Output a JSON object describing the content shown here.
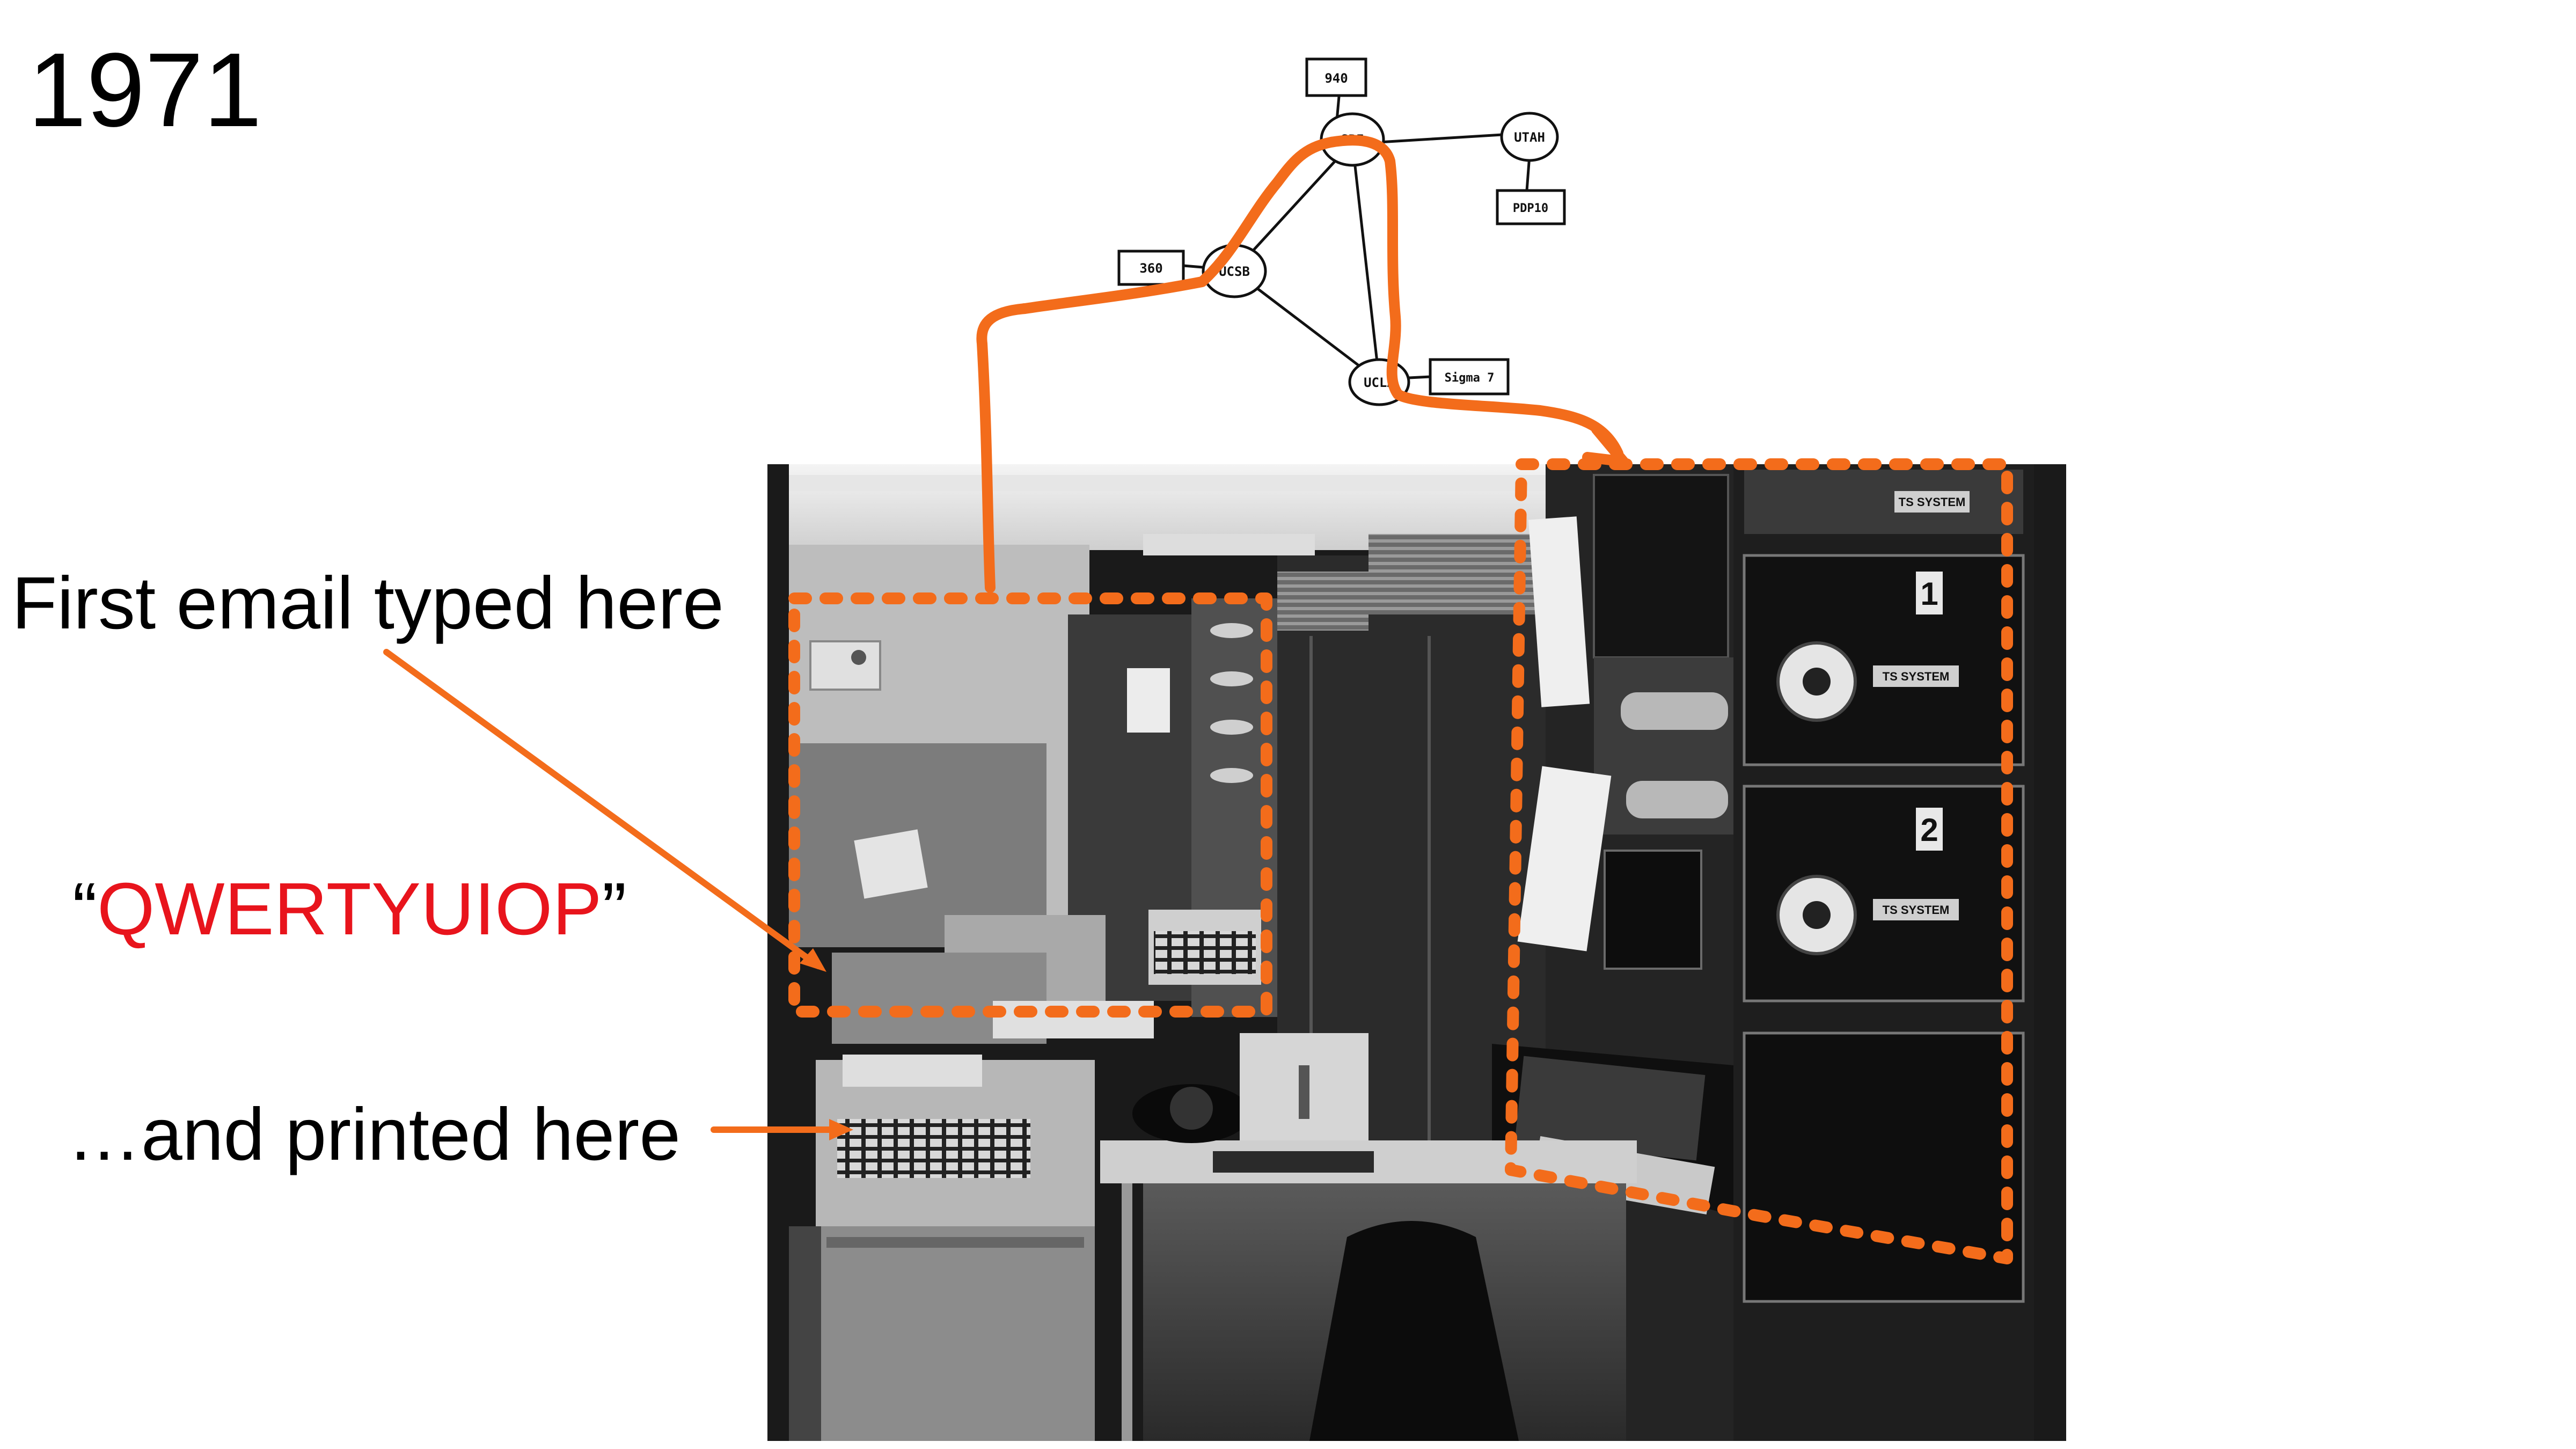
{
  "slide": {
    "year": "1971",
    "caption_email": "First email typed here",
    "caption_qwerty_open": "“",
    "caption_qwerty": "QWERTYUIOP",
    "caption_qwerty_close": "”",
    "caption_printed": "…and printed here"
  },
  "network": {
    "nodes": [
      {
        "id": "ucla",
        "label": "UCLA"
      },
      {
        "id": "ucsb",
        "label": "UCSB"
      },
      {
        "id": "sri",
        "label": "SRI"
      },
      {
        "id": "utah",
        "label": "UTAH"
      }
    ],
    "hosts": [
      "940",
      "360",
      "Sigma 7",
      "PDP10"
    ]
  },
  "photo": {
    "panel_labels": [
      "TS SYSTEM",
      "TS SYSTEM",
      "TS SYSTEM"
    ],
    "drive_numbers": [
      "1",
      "2"
    ]
  },
  "colors": {
    "accent_orange": "#f36c1b",
    "accent_red": "#e8141c",
    "text": "#000000"
  }
}
